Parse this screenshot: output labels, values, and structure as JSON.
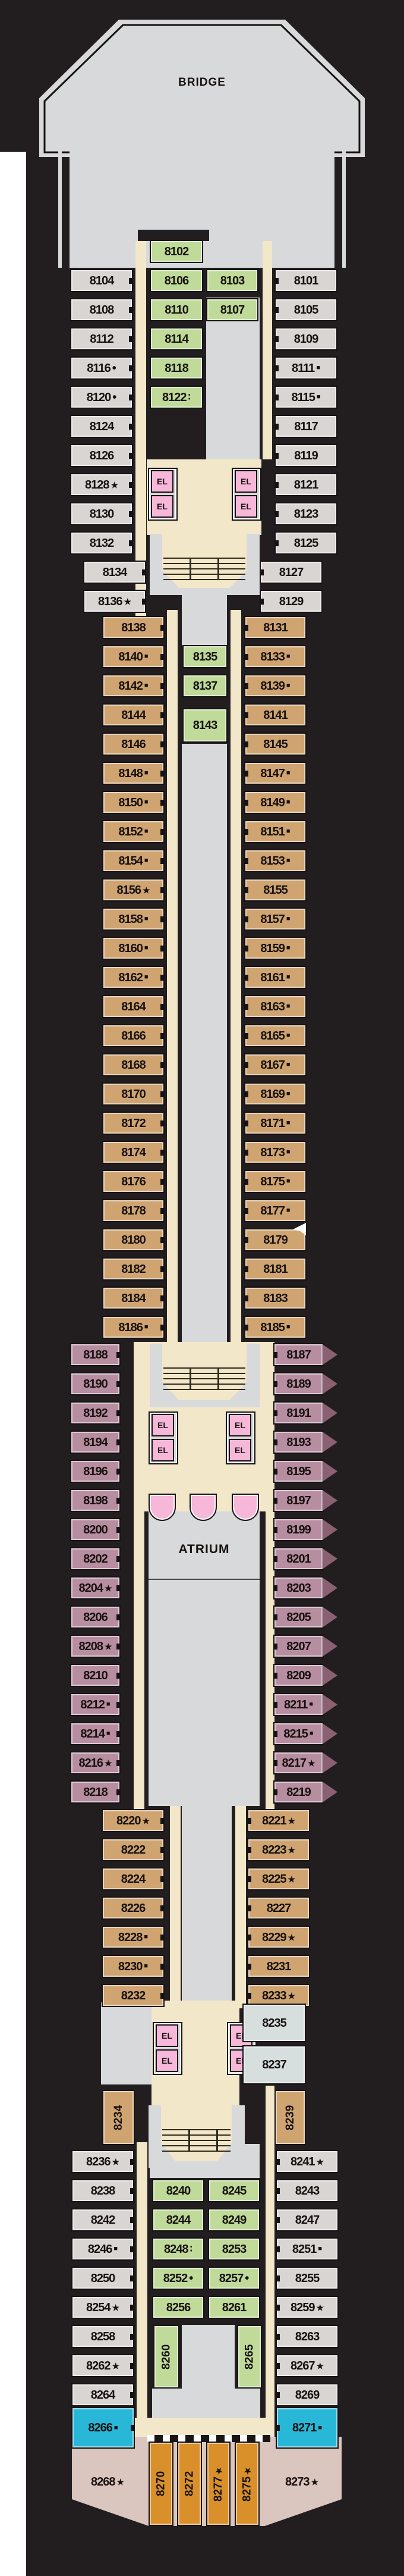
{
  "labels": {
    "bridge": "BRIDGE",
    "atrium": "ATRIUM",
    "elevator": "EL"
  },
  "colors": {
    "background": "#221e1f",
    "page_margin": "#ffffff",
    "hull_grey": "#d8d9da",
    "corridor_tan": "#f3e7c9",
    "cabin_grey": "#d9d5d3",
    "cabin_green": "#bfda99",
    "cabin_brown": "#cfa471",
    "cabin_purple": "#b78da0",
    "cabin_purple_tip": "#8c6073",
    "cabin_bluegrey": "#d6dfde",
    "cabin_blue": "#29b7d8",
    "cabin_orange": "#d9902b",
    "stern_pink": "#dbc5bf",
    "elevator_pink": "#f7b7d9",
    "text": "#17110f"
  },
  "symbol_glyphs": {
    "star": "★",
    "sq": "■",
    "dot": "•",
    "colon": "∶"
  },
  "cabins": {
    "upper_port": [
      {
        "num": "8104",
        "sym": ""
      },
      {
        "num": "8108",
        "sym": ""
      },
      {
        "num": "8112",
        "sym": ""
      },
      {
        "num": "8116",
        "sym": "dot"
      },
      {
        "num": "8120",
        "sym": "dot"
      },
      {
        "num": "8124",
        "sym": ""
      },
      {
        "num": "8126",
        "sym": ""
      },
      {
        "num": "8128",
        "sym": "star"
      },
      {
        "num": "8130",
        "sym": ""
      },
      {
        "num": "8132",
        "sym": ""
      },
      {
        "num": "8134",
        "sym": ""
      },
      {
        "num": "8136",
        "sym": "star"
      }
    ],
    "upper_stbd": [
      {
        "num": "8101",
        "sym": ""
      },
      {
        "num": "8105",
        "sym": ""
      },
      {
        "num": "8109",
        "sym": ""
      },
      {
        "num": "8111",
        "sym": "sq"
      },
      {
        "num": "8115",
        "sym": "sq"
      },
      {
        "num": "8117",
        "sym": ""
      },
      {
        "num": "8119",
        "sym": ""
      },
      {
        "num": "8121",
        "sym": ""
      },
      {
        "num": "8123",
        "sym": ""
      },
      {
        "num": "8125",
        "sym": ""
      },
      {
        "num": "8127",
        "sym": ""
      },
      {
        "num": "8129",
        "sym": ""
      }
    ],
    "upper_center_port": [
      {
        "num": "8102",
        "sym": ""
      },
      {
        "num": "8106",
        "sym": ""
      },
      {
        "num": "8110",
        "sym": ""
      },
      {
        "num": "8114",
        "sym": ""
      },
      {
        "num": "8118",
        "sym": ""
      },
      {
        "num": "8122",
        "sym": "colon"
      }
    ],
    "upper_center_stbd": [
      {
        "num": "8103",
        "sym": ""
      },
      {
        "num": "8107",
        "sym": ""
      }
    ],
    "mid_port": [
      {
        "num": "8138",
        "sym": ""
      },
      {
        "num": "8140",
        "sym": "sq"
      },
      {
        "num": "8142",
        "sym": "sq"
      },
      {
        "num": "8144",
        "sym": ""
      },
      {
        "num": "8146",
        "sym": ""
      },
      {
        "num": "8148",
        "sym": "sq"
      },
      {
        "num": "8150",
        "sym": "sq"
      },
      {
        "num": "8152",
        "sym": "sq"
      },
      {
        "num": "8154",
        "sym": "sq"
      },
      {
        "num": "8156",
        "sym": "star"
      },
      {
        "num": "8158",
        "sym": "sq"
      },
      {
        "num": "8160",
        "sym": "sq"
      },
      {
        "num": "8162",
        "sym": "sq"
      },
      {
        "num": "8164",
        "sym": ""
      },
      {
        "num": "8166",
        "sym": ""
      },
      {
        "num": "8168",
        "sym": ""
      },
      {
        "num": "8170",
        "sym": ""
      },
      {
        "num": "8172",
        "sym": ""
      },
      {
        "num": "8174",
        "sym": ""
      },
      {
        "num": "8176",
        "sym": ""
      },
      {
        "num": "8178",
        "sym": ""
      },
      {
        "num": "8180",
        "sym": ""
      },
      {
        "num": "8182",
        "sym": ""
      },
      {
        "num": "8184",
        "sym": ""
      },
      {
        "num": "8186",
        "sym": "sq"
      }
    ],
    "mid_stbd": [
      {
        "num": "8131",
        "sym": ""
      },
      {
        "num": "8133",
        "sym": "sq"
      },
      {
        "num": "8139",
        "sym": "sq"
      },
      {
        "num": "8141",
        "sym": ""
      },
      {
        "num": "8145",
        "sym": ""
      },
      {
        "num": "8147",
        "sym": "sq"
      },
      {
        "num": "8149",
        "sym": "sq"
      },
      {
        "num": "8151",
        "sym": "sq"
      },
      {
        "num": "8153",
        "sym": "sq"
      },
      {
        "num": "8155",
        "sym": ""
      },
      {
        "num": "8157",
        "sym": "sq"
      },
      {
        "num": "8159",
        "sym": "sq"
      },
      {
        "num": "8161",
        "sym": "sq"
      },
      {
        "num": "8163",
        "sym": "sq"
      },
      {
        "num": "8165",
        "sym": "sq"
      },
      {
        "num": "8167",
        "sym": "sq"
      },
      {
        "num": "8169",
        "sym": "sq"
      },
      {
        "num": "8171",
        "sym": "sq"
      },
      {
        "num": "8173",
        "sym": "sq"
      },
      {
        "num": "8175",
        "sym": "sq"
      },
      {
        "num": "8177",
        "sym": "sq"
      },
      {
        "num": "8179",
        "sym": ""
      },
      {
        "num": "8181",
        "sym": ""
      },
      {
        "num": "8183",
        "sym": ""
      },
      {
        "num": "8185",
        "sym": "sq"
      }
    ],
    "mid_center": [
      {
        "num": "8135",
        "sym": ""
      },
      {
        "num": "8137",
        "sym": ""
      },
      {
        "num": "8143",
        "sym": ""
      }
    ],
    "purple_port": [
      {
        "num": "8188",
        "sym": ""
      },
      {
        "num": "8190",
        "sym": ""
      },
      {
        "num": "8192",
        "sym": ""
      },
      {
        "num": "8194",
        "sym": ""
      },
      {
        "num": "8196",
        "sym": ""
      },
      {
        "num": "8198",
        "sym": ""
      },
      {
        "num": "8200",
        "sym": ""
      },
      {
        "num": "8202",
        "sym": ""
      },
      {
        "num": "8204",
        "sym": "star"
      },
      {
        "num": "8206",
        "sym": ""
      },
      {
        "num": "8208",
        "sym": "star"
      },
      {
        "num": "8210",
        "sym": ""
      },
      {
        "num": "8212",
        "sym": "sq"
      },
      {
        "num": "8214",
        "sym": "sq"
      },
      {
        "num": "8216",
        "sym": "star"
      },
      {
        "num": "8218",
        "sym": ""
      }
    ],
    "purple_stbd": [
      {
        "num": "8187",
        "sym": ""
      },
      {
        "num": "8189",
        "sym": ""
      },
      {
        "num": "8191",
        "sym": ""
      },
      {
        "num": "8193",
        "sym": ""
      },
      {
        "num": "8195",
        "sym": ""
      },
      {
        "num": "8197",
        "sym": ""
      },
      {
        "num": "8199",
        "sym": ""
      },
      {
        "num": "8201",
        "sym": ""
      },
      {
        "num": "8203",
        "sym": ""
      },
      {
        "num": "8205",
        "sym": ""
      },
      {
        "num": "8207",
        "sym": ""
      },
      {
        "num": "8209",
        "sym": ""
      },
      {
        "num": "8211",
        "sym": "sq"
      },
      {
        "num": "8215",
        "sym": "sq"
      },
      {
        "num": "8217",
        "sym": "star"
      },
      {
        "num": "8219",
        "sym": ""
      }
    ],
    "lowtan_port": [
      {
        "num": "8220",
        "sym": "star"
      },
      {
        "num": "8222",
        "sym": ""
      },
      {
        "num": "8224",
        "sym": ""
      },
      {
        "num": "8226",
        "sym": ""
      },
      {
        "num": "8228",
        "sym": "sq"
      },
      {
        "num": "8230",
        "sym": "sq"
      },
      {
        "num": "8232",
        "sym": ""
      }
    ],
    "lowtan_stbd": [
      {
        "num": "8221",
        "sym": "star"
      },
      {
        "num": "8223",
        "sym": "star"
      },
      {
        "num": "8225",
        "sym": "star"
      },
      {
        "num": "8227",
        "sym": ""
      },
      {
        "num": "8229",
        "sym": "star"
      },
      {
        "num": "8231",
        "sym": ""
      },
      {
        "num": "8233",
        "sym": "star"
      }
    ],
    "bottom_port": [
      {
        "num": "8236",
        "sym": "star"
      },
      {
        "num": "8238",
        "sym": ""
      },
      {
        "num": "8242",
        "sym": ""
      },
      {
        "num": "8246",
        "sym": "sq"
      },
      {
        "num": "8250",
        "sym": ""
      },
      {
        "num": "8254",
        "sym": "star"
      },
      {
        "num": "8258",
        "sym": ""
      },
      {
        "num": "8262",
        "sym": "star"
      },
      {
        "num": "8264",
        "sym": ""
      }
    ],
    "bottom_stbd": [
      {
        "num": "8241",
        "sym": "star"
      },
      {
        "num": "8243",
        "sym": ""
      },
      {
        "num": "8247",
        "sym": ""
      },
      {
        "num": "8251",
        "sym": "sq"
      },
      {
        "num": "8255",
        "sym": ""
      },
      {
        "num": "8259",
        "sym": "star"
      },
      {
        "num": "8263",
        "sym": ""
      },
      {
        "num": "8267",
        "sym": "star"
      },
      {
        "num": "8269",
        "sym": ""
      }
    ],
    "bottom_center_port": [
      {
        "num": "8240",
        "sym": ""
      },
      {
        "num": "8244",
        "sym": ""
      },
      {
        "num": "8248",
        "sym": "colon"
      },
      {
        "num": "8252",
        "sym": "dot"
      },
      {
        "num": "8256",
        "sym": ""
      }
    ],
    "bottom_center_stbd": [
      {
        "num": "8245",
        "sym": ""
      },
      {
        "num": "8249",
        "sym": ""
      },
      {
        "num": "8253",
        "sym": ""
      },
      {
        "num": "8257",
        "sym": "dot"
      },
      {
        "num": "8261",
        "sym": ""
      }
    ],
    "specials": [
      {
        "num": "8234",
        "sym": ""
      },
      {
        "num": "8239",
        "sym": ""
      },
      {
        "num": "8235",
        "sym": ""
      },
      {
        "num": "8237",
        "sym": ""
      },
      {
        "num": "8260",
        "sym": ""
      },
      {
        "num": "8265",
        "sym": ""
      },
      {
        "num": "8266",
        "sym": "sq"
      },
      {
        "num": "8271",
        "sym": "sq"
      },
      {
        "num": "8270",
        "sym": ""
      },
      {
        "num": "8272",
        "sym": ""
      },
      {
        "num": "8277",
        "sym": "star"
      },
      {
        "num": "8275",
        "sym": "star"
      },
      {
        "num": "8268",
        "sym": "star"
      },
      {
        "num": "8273",
        "sym": "star"
      }
    ]
  }
}
